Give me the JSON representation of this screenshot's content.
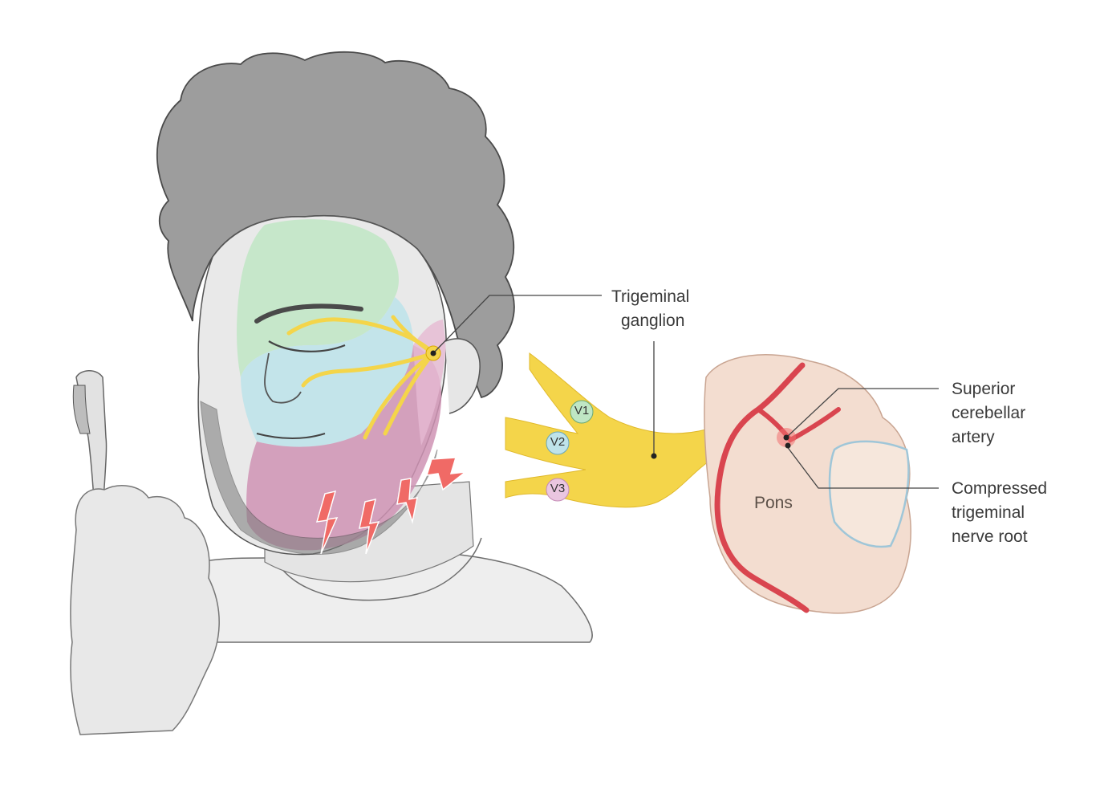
{
  "labels": {
    "trigeminal_ganglion": [
      "Trigeminal",
      "ganglion"
    ],
    "superior_cerebellar_artery": [
      "Superior",
      "cerebellar",
      "artery"
    ],
    "compressed_nerve_root": [
      "Compressed",
      "trigeminal",
      "nerve root"
    ],
    "pons": "Pons",
    "v1": "V1",
    "v2": "V2",
    "v3": "V3"
  },
  "colors": {
    "v1_zone": "#bfe6c4",
    "v2_zone": "#bfe3ea",
    "v3_zone": "#cf93b4",
    "nerve": "#f4d54a",
    "artery": "#d9454f",
    "pain_bolt": "#f06a66",
    "hair": "#9d9d9d",
    "skin": "#e9e9e9",
    "brainstem": "#f3ddd0"
  }
}
